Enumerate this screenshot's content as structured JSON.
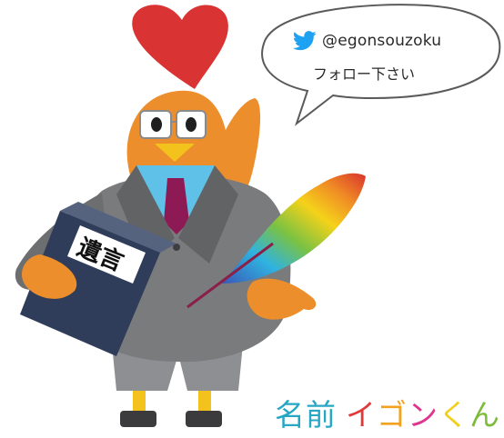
{
  "bubble": {
    "handle": "@egonsouzoku",
    "follow_text": "フォロー下さい",
    "icon": "twitter-bird-icon"
  },
  "book": {
    "label": "遺言"
  },
  "name_caption": {
    "prefix": [
      "名",
      "前"
    ],
    "name": [
      "イ",
      "ゴ",
      "ン",
      "く",
      "ん"
    ]
  },
  "colors": {
    "twitter_blue": "#1da1f2",
    "heart_red": "#d93333",
    "chicken_orange": "#ed8e2c",
    "suit_gray": "#7a7b7d",
    "shirt_blue": "#5fc1e8",
    "tie_purple": "#8e1a55",
    "book_navy": "#2f3d5a",
    "caption": [
      "#27a7c4",
      "#27a7c4",
      "#e23a3a",
      "#f3a21d",
      "#e0358f",
      "#f1cf1f",
      "#7dbb3a"
    ]
  }
}
